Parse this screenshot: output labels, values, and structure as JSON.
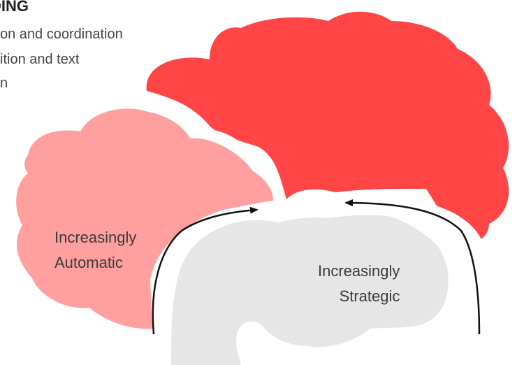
{
  "heading": "DING",
  "text_lines": [
    "on and coordination",
    "ition and text",
    "n"
  ],
  "labels": {
    "automatic": [
      "Increasingly",
      "Automatic"
    ],
    "strategic": [
      "Increasingly",
      "Strategic"
    ]
  },
  "colors": {
    "red_cloud": "#ff4545",
    "pink_cloud": "#ff9f9f",
    "grey_shape": "#e6e6e6",
    "arrow": "#111111"
  }
}
